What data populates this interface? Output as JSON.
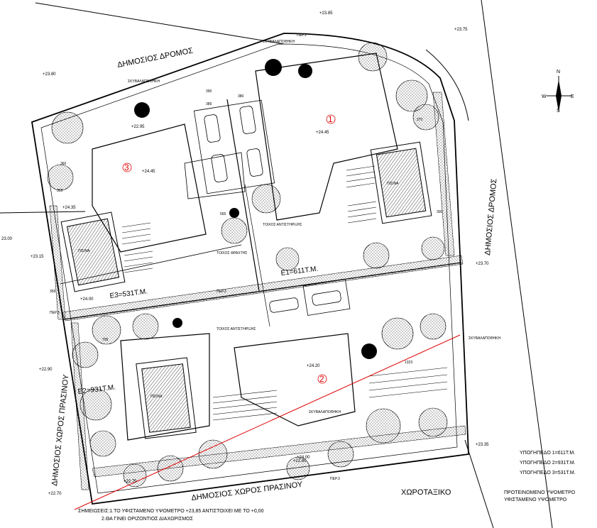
{
  "streets": {
    "road_top": "ΔΗΜΟΣΙΟΣ ΔΡΟΜΟΣ",
    "road_right": "ΔΗΜΟΣΙΟΣ ΔΡΟΜΟΣ",
    "green_left": "ΔΗΜΟΣΙΟΣ ΧΩΡΟΣ ΠΡΑΣΙΝΟΥ",
    "green_bottom": "ΔΗΜΟΣΙΟΣ ΧΩΡΟΣ ΠΡΑΣΙΝΟΥ",
    "plot_bottom": "ΧΩΡΟΤΑΞΙΚΟ"
  },
  "levels": {
    "l1": "+23.85",
    "l2": "+23.75",
    "l3": "+23.80",
    "l4": "23.00",
    "l5": "+23.15",
    "l6": "+23.70",
    "l7": "+22.90",
    "l8": "+22.80",
    "l9": "+23.35",
    "l10": "+22.70",
    "l11": "+22.75",
    "l12": "+24.00",
    "p1": "+24.45",
    "p2": "+24.20",
    "p3": "+24.45",
    "p4": "+24.35",
    "p5": "+22.95",
    "p6": "+24.00"
  },
  "plots": {
    "p1_num": "1",
    "p2_num": "2",
    "p3_num": "3",
    "e1": "E1=611Τ.Μ.",
    "e2": "E2=931Τ.Μ.",
    "e3": "E3=531Τ.Μ."
  },
  "labels": {
    "stair": "ΣΚΥΒΑΛΑΠΟΘΗΚΗ",
    "per1": "ΠΕΡ.1",
    "per2": "ΠΕΡ.2",
    "per3": "ΠΕΡ.3",
    "pool": "ΠΙΣΙΝΑ",
    "tech1": "ΤΟΙΧΟΣ ΦΡΑΧΤΗΣ",
    "tech2": "ΤΟΙΧΟΣ ΑΝΤΙΣΤΗΡΙΞΗΣ",
    "d380": "380",
    "d390": "390",
    "d389": "389",
    "d270": "270",
    "d300": "300",
    "d565": "565",
    "d795": "795",
    "d1323": "1323",
    "d360": "360",
    "d355": "355",
    "d356": "356"
  },
  "legend": {
    "u1": "ΥΠΟΓΗΠΕΔΟ 1=611Τ.Μ.",
    "u2": "ΥΠΟΓΗΠΕΔΟ 2=931Τ.Μ.",
    "u3": "ΥΠΟΓΗΠΕΔΟ 3=531Τ.Μ.",
    "proposed": "ΠΡΟΤΕΙΝΟΜΕΝΟ ΥΨΟΜΕΤΡΟ",
    "existing": "ΥΦΙΣΤΑΜΕΝΟ ΥΨΟΜΕΤΡΟ"
  },
  "notes": {
    "n1": "ΣΗΜΕΙΩΣΕΙΣ:1.ΤΟ ΥΦΙΣΤΑΜΕΝΟ ΥΨΟΜΕΤΡΟ +23,85 ΑΝΤΙΣΤΟΙΧΕΙ ΜΕ ΤΟ +0,00",
    "n2": "2.ΘΑ ΓΙΝΕΙ ΟΡΙΖΟΝΤΙΟΣ ΔΙΑΧΩΡΙΣΜΟΣ"
  },
  "compass": {
    "n": "N",
    "s": "S",
    "e": "E",
    "w": "W"
  },
  "colors": {
    "accent": "#e00000"
  }
}
